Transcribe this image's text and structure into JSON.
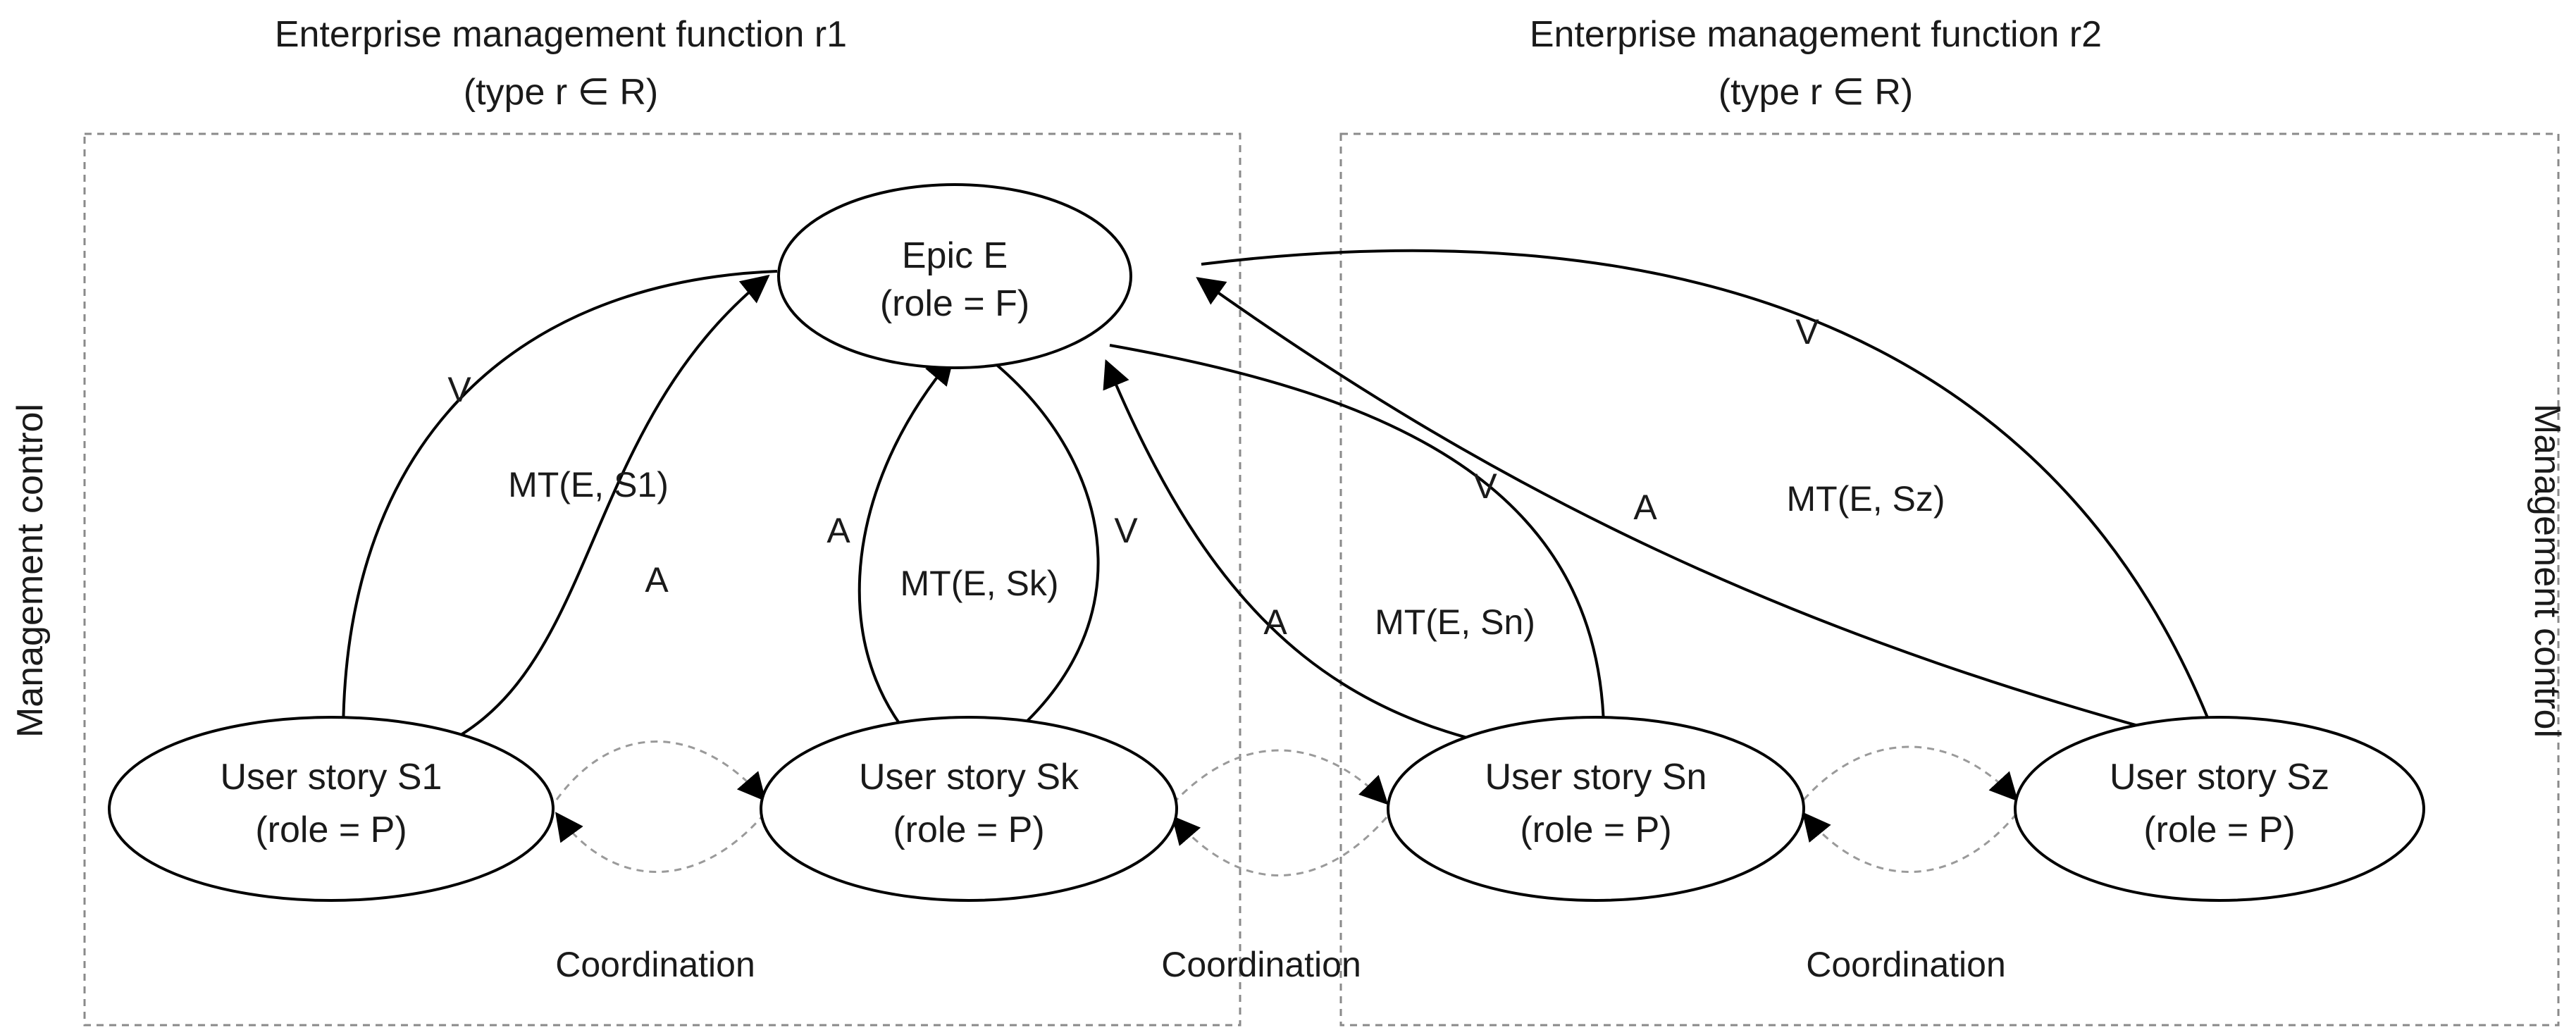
{
  "frames": [
    {
      "title": "Enterprise management function r1",
      "subtitle": "(type r ∈ R)"
    },
    {
      "title": "Enterprise management function r2",
      "subtitle": "(type r ∈ R)"
    }
  ],
  "side_labels": {
    "left": "Management control",
    "right": "Management control"
  },
  "nodes": {
    "epic": {
      "line1": "Epic E",
      "line2": "(role = F)"
    },
    "s1": {
      "line1": "User story S1",
      "line2": "(role = P)"
    },
    "sk": {
      "line1": "User story Sk",
      "line2": "(role = P)"
    },
    "sn": {
      "line1": "User story Sn",
      "line2": "(role = P)"
    },
    "sz": {
      "line1": "User story Sz",
      "line2": "(role = P)"
    }
  },
  "edge_labels": {
    "v": "V",
    "a": "A",
    "mt_s1": "MT(E, S1)",
    "mt_sk": "MT(E, Sk)",
    "mt_sn": "MT(E, Sn)",
    "mt_sz": "MT(E, Sz)"
  },
  "coordination": [
    "Coordination",
    "Coordination",
    "Coordination"
  ]
}
